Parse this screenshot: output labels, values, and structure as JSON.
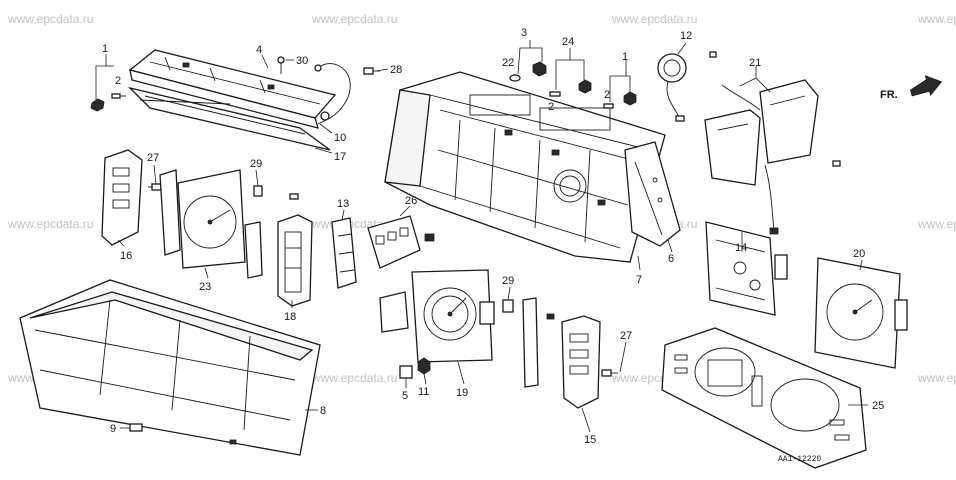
{
  "diagram": {
    "watermark": "www.epcdata.ru",
    "direction_label": "FR.",
    "drawing_code": "AA1-12220",
    "callouts": {
      "c1a": "1",
      "c2a": "2",
      "c4": "4",
      "c30": "30",
      "c28": "28",
      "c10": "10",
      "c17": "17",
      "c3": "3",
      "c22": "22",
      "c24": "24",
      "c1b": "1",
      "c2b": "2",
      "c2c": "2",
      "c12": "12",
      "c21": "21",
      "c27a": "27",
      "c29a": "29",
      "c16": "16",
      "c23": "23",
      "c13": "13",
      "c26": "26",
      "c18": "18",
      "c7": "7",
      "c6": "6",
      "c14": "14",
      "c20": "20",
      "c29b": "29",
      "c27b": "27",
      "c8": "8",
      "c9": "9",
      "c5": "5",
      "c11": "11",
      "c19": "19",
      "c15": "15",
      "c25": "25"
    }
  }
}
